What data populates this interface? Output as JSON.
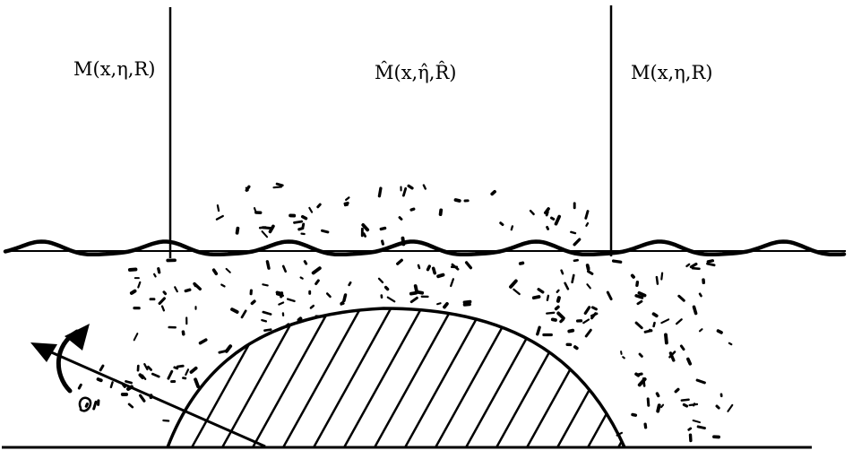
{
  "labels": {
    "left_region": "M(x,η,R)",
    "middle_region": "M̂(x,η̂,R̂)",
    "right_region": "M(x,η,R)"
  },
  "colors": {
    "ink": "#000000",
    "background": "#ffffff"
  }
}
